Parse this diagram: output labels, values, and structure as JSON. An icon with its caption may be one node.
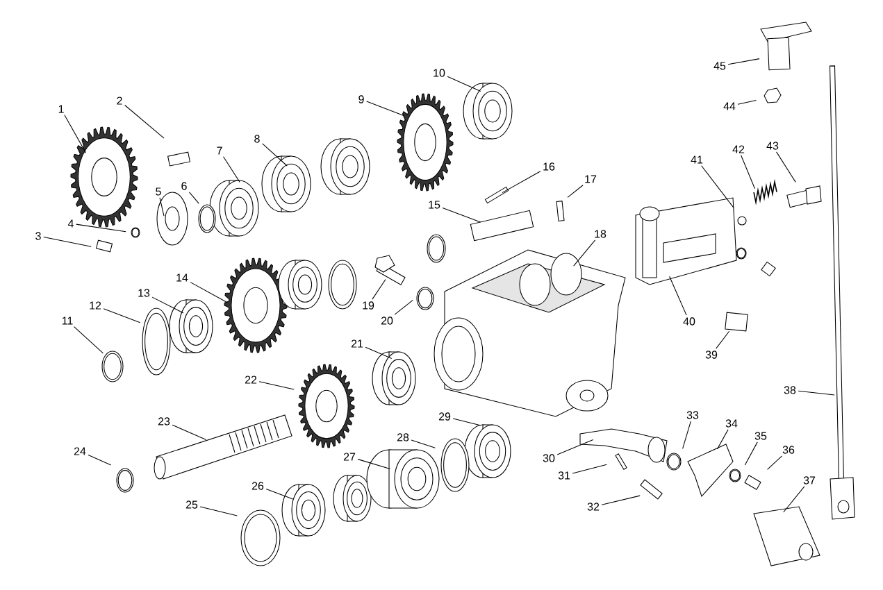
{
  "diagram": {
    "nodes": [
      {
        "text": [
          "1"
        ]
      },
      {
        "text": [
          "2"
        ]
      },
      {
        "text": [
          "3"
        ]
      },
      {
        "text": [
          "4"
        ]
      },
      {
        "text": [
          "5"
        ]
      },
      {
        "text": [
          "6"
        ]
      },
      {
        "text": [
          "7"
        ]
      },
      {
        "text": [
          "8"
        ]
      },
      {
        "text": [
          "9"
        ]
      },
      {
        "text": [
          "10"
        ]
      },
      {
        "text": [
          "11"
        ]
      },
      {
        "text": [
          "12"
        ]
      },
      {
        "text": [
          "13"
        ]
      },
      {
        "text": [
          "14"
        ]
      },
      {
        "text": [
          "15"
        ]
      },
      {
        "text": [
          "16"
        ]
      },
      {
        "text": [
          "17"
        ]
      },
      {
        "text": [
          "18"
        ]
      },
      {
        "text": [
          "19"
        ]
      },
      {
        "text": [
          "20"
        ]
      },
      {
        "text": [
          "21"
        ]
      },
      {
        "text": [
          "22"
        ]
      },
      {
        "text": [
          "23"
        ]
      },
      {
        "text": [
          "24"
        ]
      },
      {
        "text": [
          "25"
        ]
      },
      {
        "text": [
          "26"
        ]
      },
      {
        "text": [
          "27"
        ]
      },
      {
        "text": [
          "28"
        ]
      },
      {
        "text": [
          "29"
        ]
      },
      {
        "text": [
          "30"
        ]
      },
      {
        "text": [
          "31"
        ]
      },
      {
        "text": [
          "32"
        ]
      },
      {
        "text": [
          "33"
        ]
      },
      {
        "text": [
          "34"
        ]
      },
      {
        "text": [
          "35"
        ]
      },
      {
        "text": [
          "36"
        ]
      },
      {
        "text": [
          "37"
        ]
      },
      {
        "text": [
          "38"
        ]
      },
      {
        "text": [
          "39"
        ]
      },
      {
        "text": [
          "40"
        ]
      },
      {
        "text": [
          "41"
        ]
      },
      {
        "text": [
          "42"
        ]
      },
      {
        "text": [
          "43"
        ]
      },
      {
        "text": [
          "44"
        ]
      },
      {
        "text": [
          "45"
        ]
      }
    ],
    "edges": [
      {
        "from": 0,
        "to": null,
        "arrow": "none"
      },
      {
        "from": 1,
        "to": null,
        "arrow": "none"
      },
      {
        "from": 2,
        "to": null,
        "arrow": "none"
      },
      {
        "from": 3,
        "to": null,
        "arrow": "none"
      },
      {
        "from": 4,
        "to": null,
        "arrow": "none"
      },
      {
        "from": 5,
        "to": null,
        "arrow": "none"
      },
      {
        "from": 6,
        "to": null,
        "arrow": "none"
      },
      {
        "from": 7,
        "to": null,
        "arrow": "none"
      },
      {
        "from": 8,
        "to": null,
        "arrow": "none"
      },
      {
        "from": 9,
        "to": null,
        "arrow": "none"
      },
      {
        "from": 10,
        "to": null,
        "arrow": "none"
      },
      {
        "from": 11,
        "to": null,
        "arrow": "none"
      },
      {
        "from": 12,
        "to": null,
        "arrow": "none"
      },
      {
        "from": 13,
        "to": null,
        "arrow": "none"
      },
      {
        "from": 14,
        "to": null,
        "arrow": "none"
      },
      {
        "from": 15,
        "to": null,
        "arrow": "none"
      },
      {
        "from": 16,
        "to": null,
        "arrow": "none"
      },
      {
        "from": 17,
        "to": null,
        "arrow": "none"
      },
      {
        "from": 18,
        "to": null,
        "arrow": "none"
      },
      {
        "from": 19,
        "to": null,
        "arrow": "none"
      },
      {
        "from": 20,
        "to": null,
        "arrow": "none"
      },
      {
        "from": 21,
        "to": null,
        "arrow": "none"
      },
      {
        "from": 22,
        "to": null,
        "arrow": "none"
      },
      {
        "from": 23,
        "to": null,
        "arrow": "none"
      },
      {
        "from": 24,
        "to": null,
        "arrow": "none"
      },
      {
        "from": 25,
        "to": null,
        "arrow": "none"
      },
      {
        "from": 26,
        "to": null,
        "arrow": "none"
      },
      {
        "from": 27,
        "to": null,
        "arrow": "none"
      },
      {
        "from": 28,
        "to": null,
        "arrow": "none"
      },
      {
        "from": 29,
        "to": null,
        "arrow": "none"
      },
      {
        "from": 30,
        "to": null,
        "arrow": "none"
      },
      {
        "from": 31,
        "to": null,
        "arrow": "none"
      },
      {
        "from": 32,
        "to": null,
        "arrow": "none"
      },
      {
        "from": 33,
        "to": null,
        "arrow": "none"
      },
      {
        "from": 34,
        "to": null,
        "arrow": "none"
      },
      {
        "from": 35,
        "to": null,
        "arrow": "none"
      },
      {
        "from": 36,
        "to": null,
        "arrow": "none"
      },
      {
        "from": 37,
        "to": null,
        "arrow": "none"
      },
      {
        "from": 38,
        "to": null,
        "arrow": "none"
      },
      {
        "from": 39,
        "to": null,
        "arrow": "none"
      },
      {
        "from": 40,
        "to": null,
        "arrow": "none"
      },
      {
        "from": 41,
        "to": null,
        "arrow": "none"
      },
      {
        "from": 42,
        "to": null,
        "arrow": "none"
      },
      {
        "from": 43,
        "to": null,
        "arrow": "none"
      },
      {
        "from": 44,
        "to": null,
        "arrow": "none"
      }
    ]
  }
}
